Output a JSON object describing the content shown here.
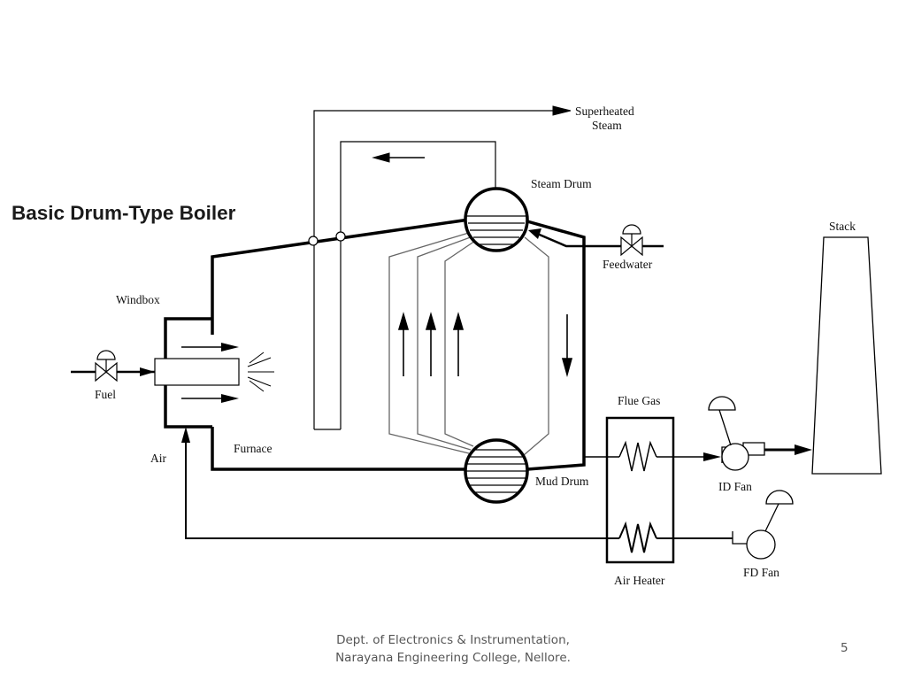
{
  "slide": {
    "title": "Basic Drum-Type Boiler",
    "page_number": "5",
    "footer": {
      "line1": "Dept. of Electronics & Instrumentation,",
      "line2": "Narayana Engineering College, Nellore."
    }
  },
  "diagram": {
    "labels": {
      "superheated_steam_line1": "Superheated",
      "superheated_steam_line2": "Steam",
      "steam_drum": "Steam Drum",
      "feedwater": "Feedwater",
      "stack": "Stack",
      "windbox": "Windbox",
      "fuel": "Fuel",
      "air": "Air",
      "furnace": "Furnace",
      "mud_drum": "Mud Drum",
      "flue_gas": "Flue Gas",
      "id_fan": "ID Fan",
      "fd_fan": "FD Fan",
      "air_heater": "Air Heater"
    }
  }
}
